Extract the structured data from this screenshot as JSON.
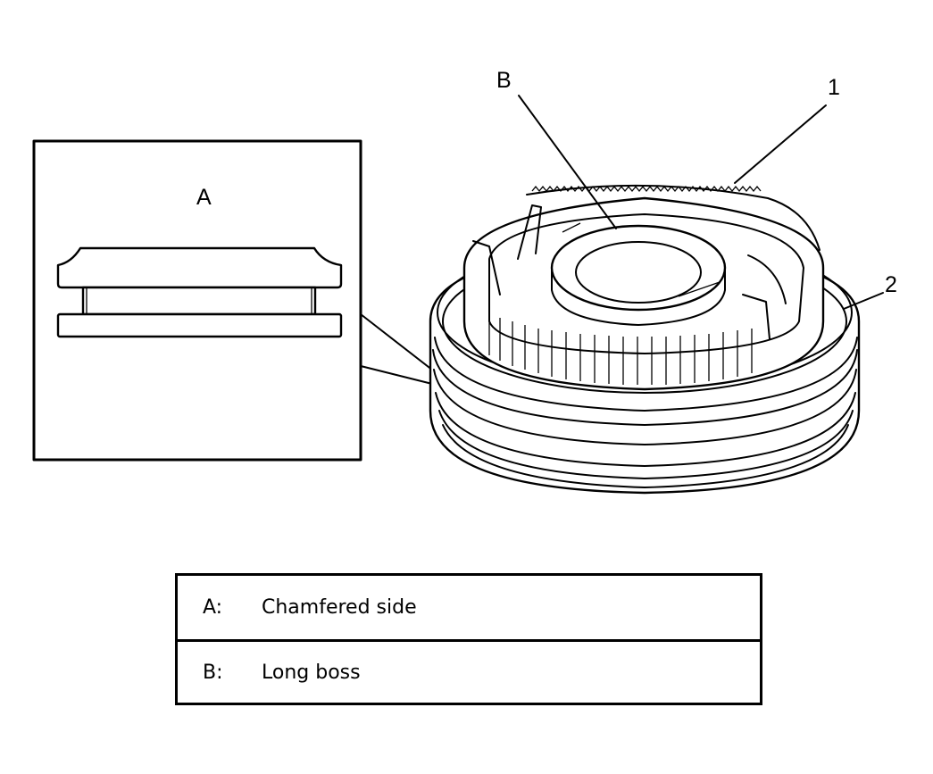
{
  "callouts": {
    "detail": "A",
    "boss": "B",
    "part1": "1",
    "part2": "2"
  },
  "legend": [
    {
      "key": "A:",
      "desc": "Chamfered side"
    },
    {
      "key": "B:",
      "desc": "Long boss"
    }
  ]
}
